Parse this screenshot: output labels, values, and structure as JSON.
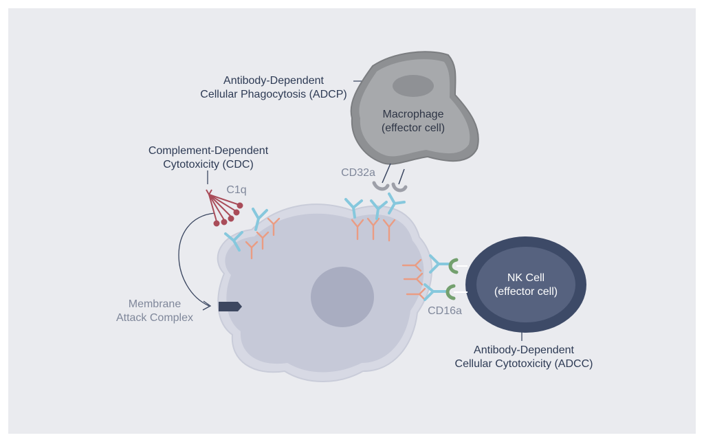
{
  "labels": {
    "adcp": {
      "line1": "Antibody-Dependent",
      "line2": "Cellular Phagocytosis (ADCP)"
    },
    "macrophage": {
      "line1": "Macrophage",
      "line2": "(effector cell)"
    },
    "cdc": {
      "line1": "Complement-Dependent",
      "line2": "Cytotoxicity (CDC)"
    },
    "c1q": "C1q",
    "cd32a": "CD32a",
    "mac": {
      "line1": "Membrane",
      "line2": "Attack Complex"
    },
    "nk": {
      "line1": "NK Cell",
      "line2": "(effector cell)"
    },
    "cd16a": "CD16a",
    "adcc": {
      "line1": "Antibody-Dependent",
      "line2": "Cellular Cytotoxicity (ADCC)"
    }
  },
  "colors": {
    "background_outer": "#ffffff",
    "background_panel": "#eaebef",
    "target_cell": "#c6c9d8",
    "target_cell_rim": "#d7d9e4",
    "nucleus": "#a9adc1",
    "macrophage": "#8e9093",
    "macrophage_inner": "#a7a9ac",
    "nk_cell": "#3d4a67",
    "nk_cell_inner": "#56627f",
    "antibody": "#86c8dd",
    "antigen": "#ea9c83",
    "c1q": "#a94c59",
    "cd16a": "#73a06e",
    "cd32a": "#9d9fa8",
    "mac_complex": "#3d4760",
    "leader_line": "#3a4660"
  }
}
